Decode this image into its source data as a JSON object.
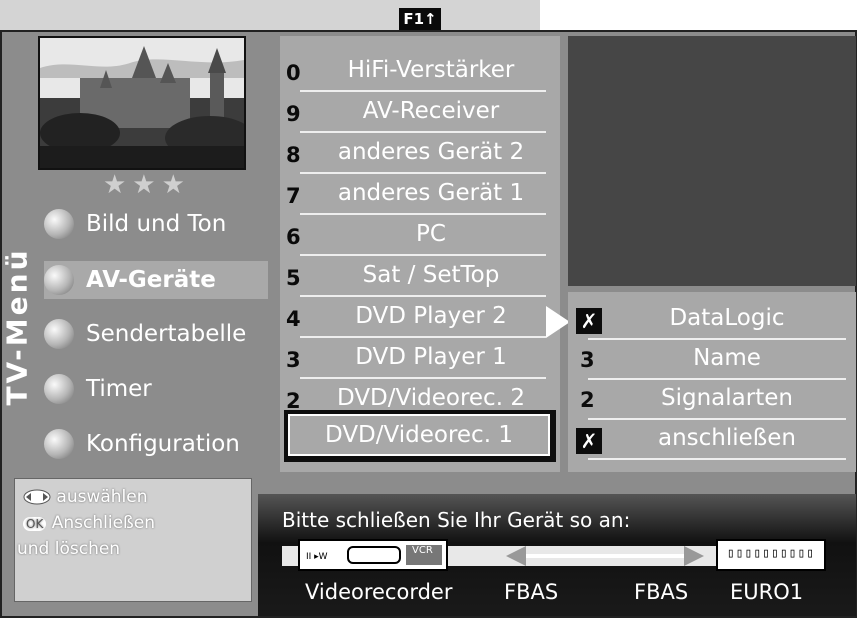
{
  "header": {
    "key": "F1↑"
  },
  "thumb": {
    "stars": "★★★"
  },
  "menu_title": "TV-Menü",
  "menu": [
    {
      "label": "Bild und Ton"
    },
    {
      "label": "AV-Geräte",
      "active": true
    },
    {
      "label": "Sendertabelle"
    },
    {
      "label": "Timer"
    },
    {
      "label": "Konfiguration"
    }
  ],
  "help": {
    "line1": "auswählen",
    "ok": "OK",
    "line2": "Anschließen",
    "line3": "und löschen"
  },
  "devices": [
    {
      "num": "0",
      "label": "HiFi-Verstärker"
    },
    {
      "num": "9",
      "label": "AV-Receiver"
    },
    {
      "num": "8",
      "label": "anderes Gerät 2"
    },
    {
      "num": "7",
      "label": "anderes Gerät 1"
    },
    {
      "num": "6",
      "label": "PC"
    },
    {
      "num": "5",
      "label": "Sat / SetTop"
    },
    {
      "num": "4",
      "label": "DVD Player 2"
    },
    {
      "num": "3",
      "label": "DVD Player 1"
    },
    {
      "num": "2",
      "label": "DVD/Videorec. 2"
    },
    {
      "num": "",
      "label": "DVD/Videorec. 1"
    }
  ],
  "options": [
    {
      "key": "✗",
      "label": "DataLogic",
      "boxed": true
    },
    {
      "key": "3",
      "label": "Name"
    },
    {
      "key": "2",
      "label": "Signalarten"
    },
    {
      "key": "✗",
      "label": "anschließen",
      "boxed": true
    }
  ],
  "connect": {
    "title": "Bitte schließen Sie Ihr Gerät so an:",
    "device": "Videorecorder",
    "signal_left": "FBAS",
    "signal_right": "FBAS",
    "port": "EURO1",
    "vcr_tag": "VCR"
  },
  "colors": {
    "bg": "#8c8c8c",
    "panel": "#a8a8a8",
    "dark": "#464646",
    "text": "#ffffff"
  }
}
